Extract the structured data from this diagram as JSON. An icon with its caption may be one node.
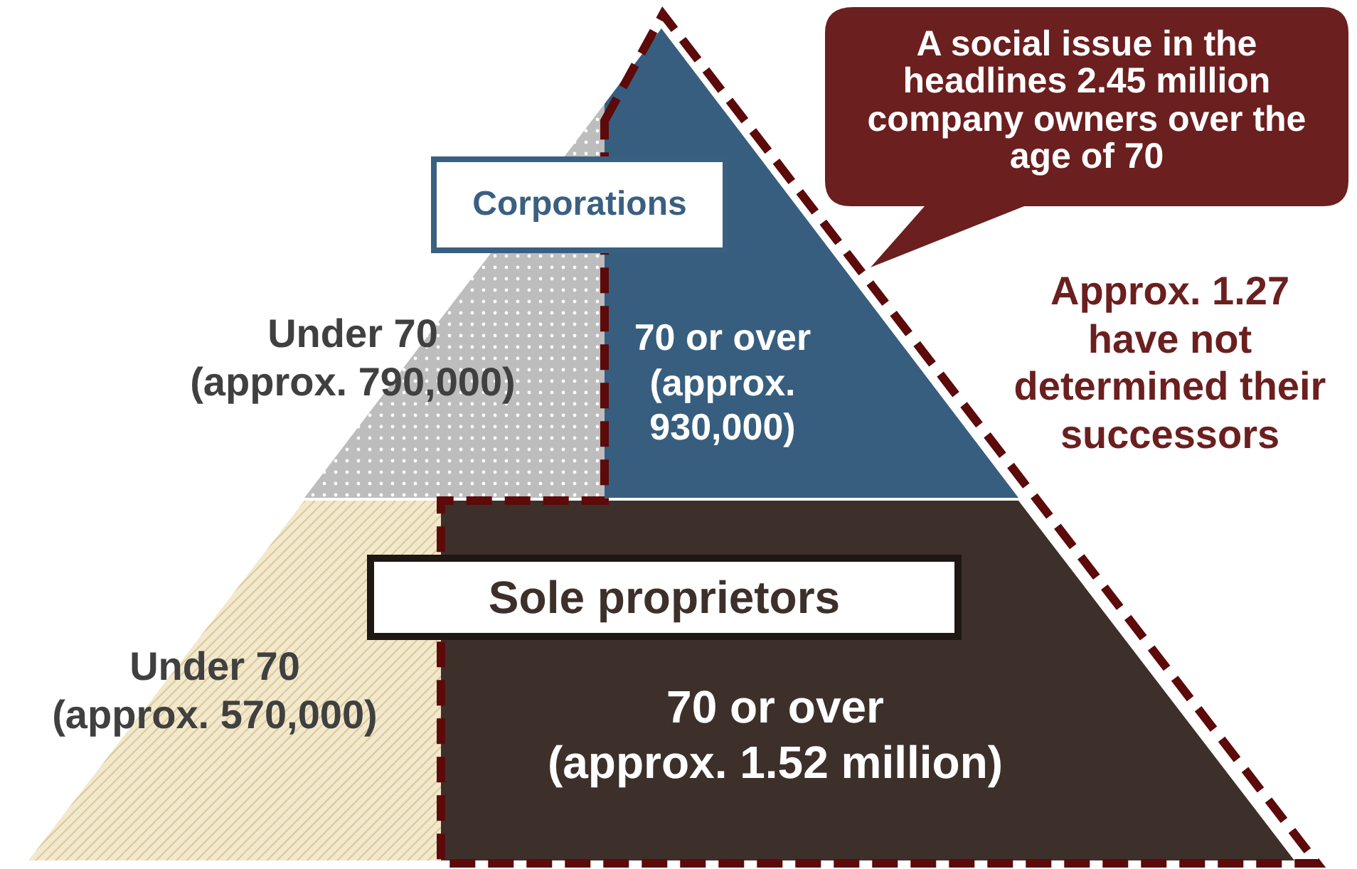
{
  "diagram": {
    "nodes": [
      {
        "text": [
          "Corporations"
        ]
      },
      {
        "text": [
          "Under 70",
          "(approx. 790,000)"
        ]
      },
      {
        "text": [
          "70 or over",
          "(approx. 930,000)"
        ]
      },
      {
        "text": [
          "Sole proprietors"
        ]
      },
      {
        "text": [
          "Under 70",
          "(approx. 570,000)"
        ]
      },
      {
        "text": [
          "70 or over",
          "(approx. 1.52 million)"
        ]
      },
      {
        "text": [
          "A social issue in the headlines 2.45 million company owners over the age of 70"
        ]
      }
    ],
    "labels": [
      "Approx. 1.27 have not determined their successors"
    ]
  }
}
